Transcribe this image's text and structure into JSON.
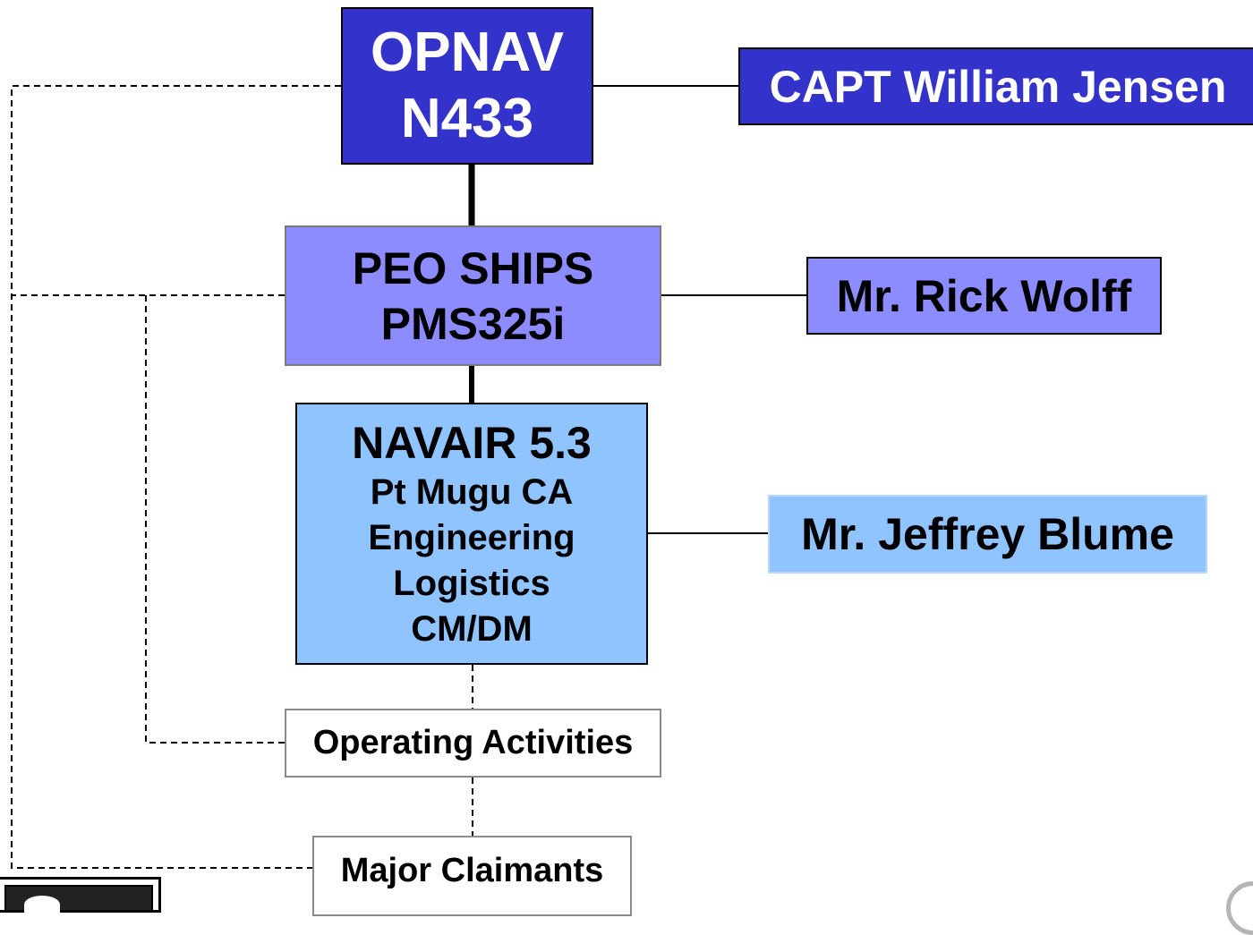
{
  "opnav": {
    "line1": "OPNAV",
    "line2": "N433",
    "person": "CAPT William Jensen",
    "fill": "#3333cc"
  },
  "peo": {
    "line1": "PEO SHIPS",
    "line2": "PMS325i",
    "person": "Mr. Rick Wolff",
    "fill": "#8c8cff"
  },
  "navair": {
    "title": "NAVAIR 5.3",
    "lines": [
      "Pt Mugu CA",
      "Engineering",
      "Logistics",
      "CM/DM"
    ],
    "person": "Mr. Jeffrey Blume",
    "fill": "#8fc4ff"
  },
  "operating": {
    "label": "Operating Activities"
  },
  "claimants": {
    "label": "Major Claimants"
  }
}
